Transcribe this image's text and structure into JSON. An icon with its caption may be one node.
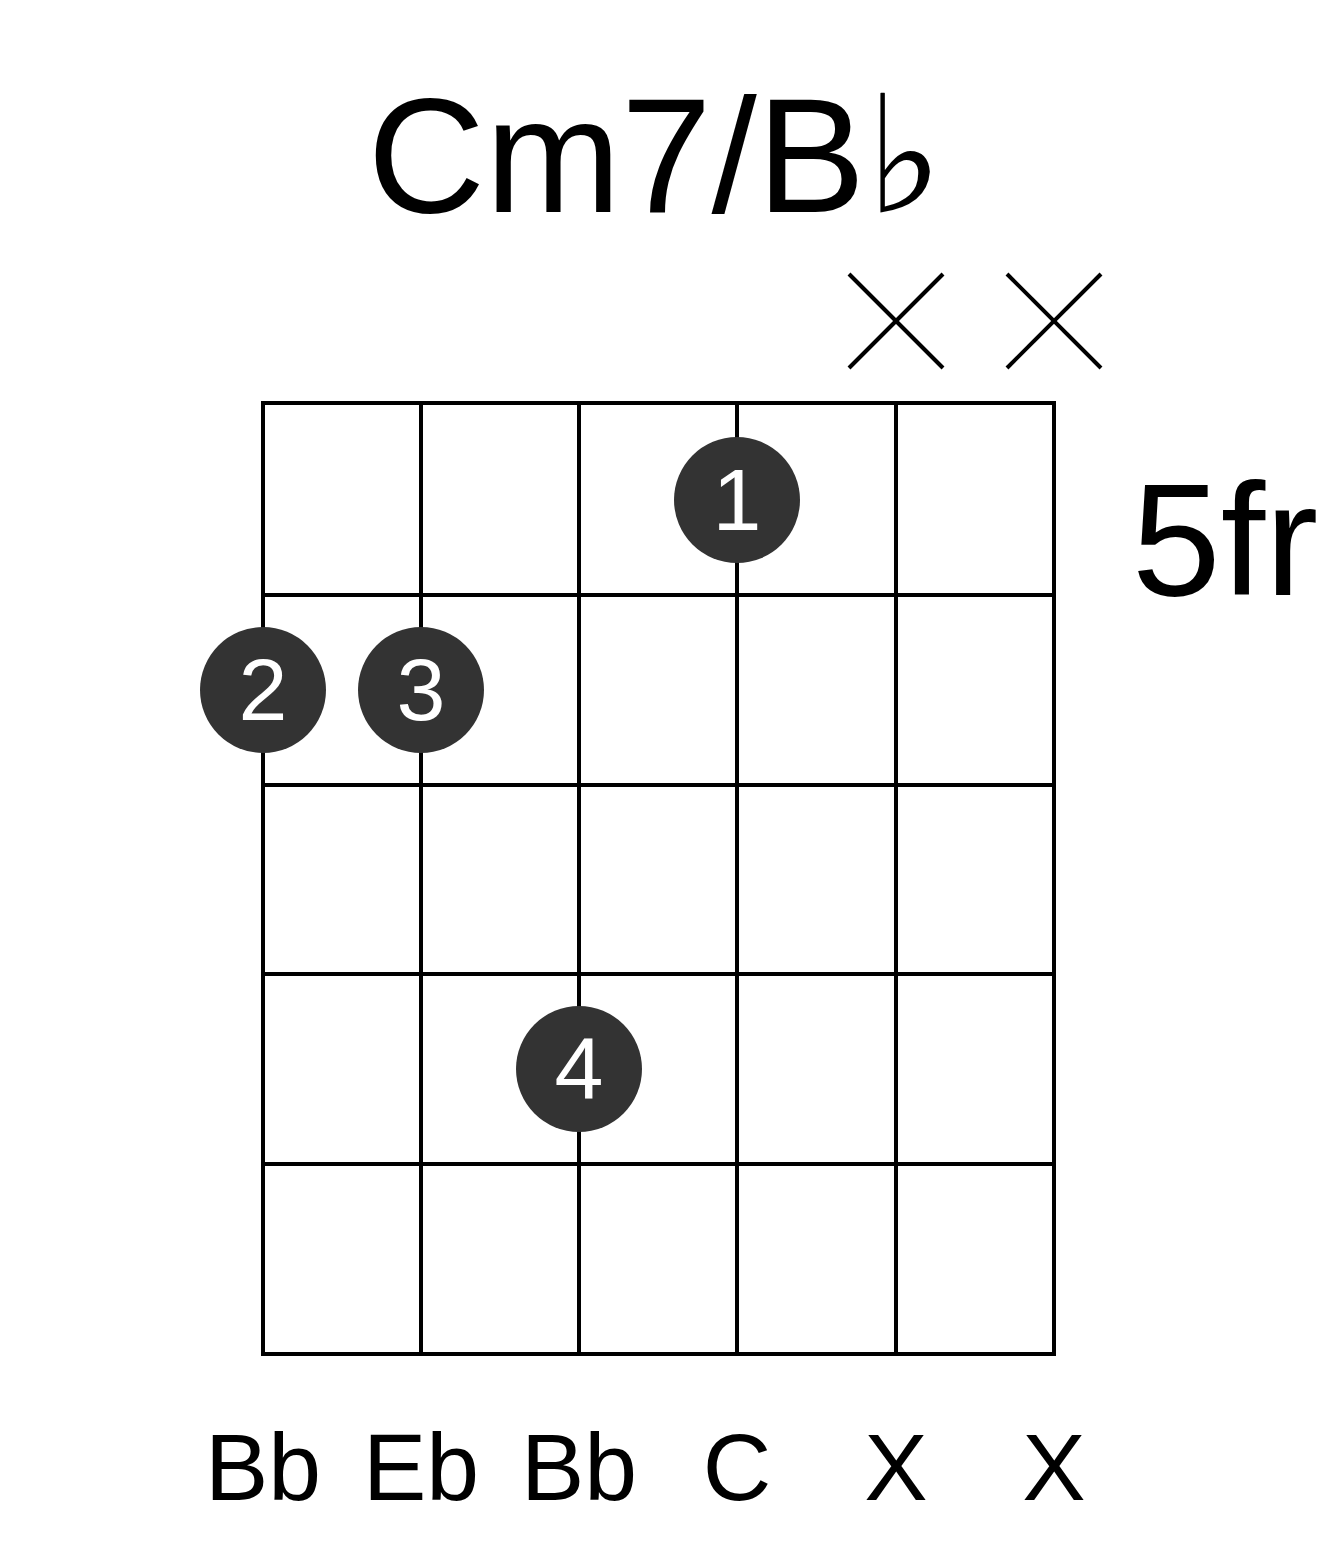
{
  "diagram": {
    "title": "Cm7/B♭",
    "nodes": [
      {
        "text": [
          "1"
        ]
      },
      {
        "text": [
          "2"
        ]
      },
      {
        "text": [
          "3"
        ]
      },
      {
        "text": [
          "4"
        ]
      }
    ],
    "labels": [
      "5fr",
      "Bb",
      "Eb",
      "Bb",
      "C",
      "X",
      "X"
    ]
  }
}
